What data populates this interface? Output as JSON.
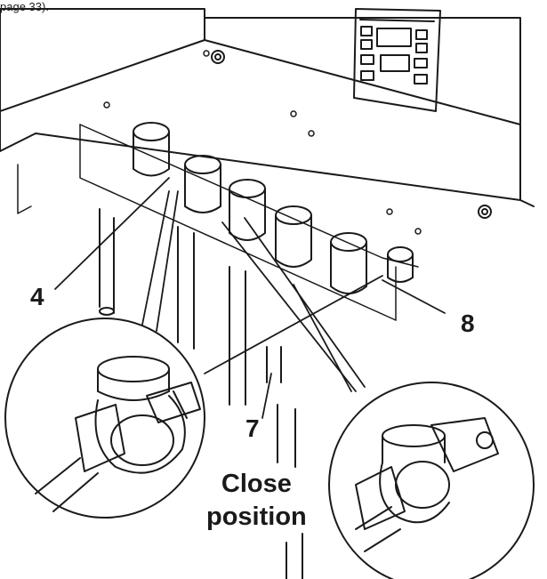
{
  "header": {
    "note": "page 33)."
  },
  "callouts": {
    "label_4": "4",
    "label_7": "7",
    "label_8": "8"
  },
  "caption": {
    "line1": "Close",
    "line2": "position"
  },
  "colors": {
    "line": "#1a1a1a",
    "fill": "#ffffff",
    "shade": "#e8e8e8"
  }
}
